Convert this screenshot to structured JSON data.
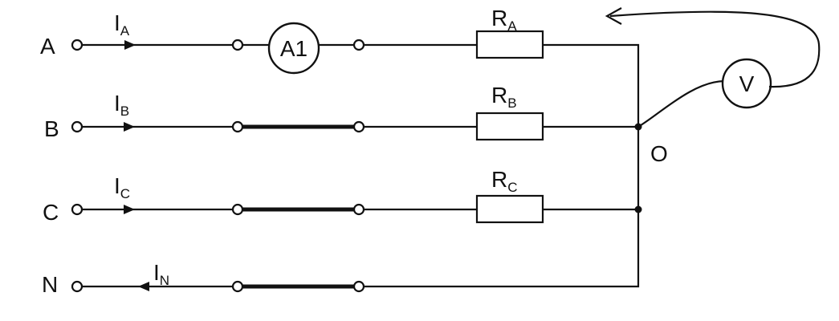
{
  "lines": [
    {
      "label": "A",
      "current": "I",
      "current_sub": "A",
      "resistor": "R",
      "resistor_sub": "A",
      "meter": "A1"
    },
    {
      "label": "B",
      "current": "I",
      "current_sub": "B",
      "resistor": "R",
      "resistor_sub": "B"
    },
    {
      "label": "C",
      "current": "I",
      "current_sub": "C",
      "resistor": "R",
      "resistor_sub": "C"
    },
    {
      "label": "N",
      "current": "I",
      "current_sub": "N"
    }
  ],
  "neutral_point": "O",
  "voltmeter": "V"
}
